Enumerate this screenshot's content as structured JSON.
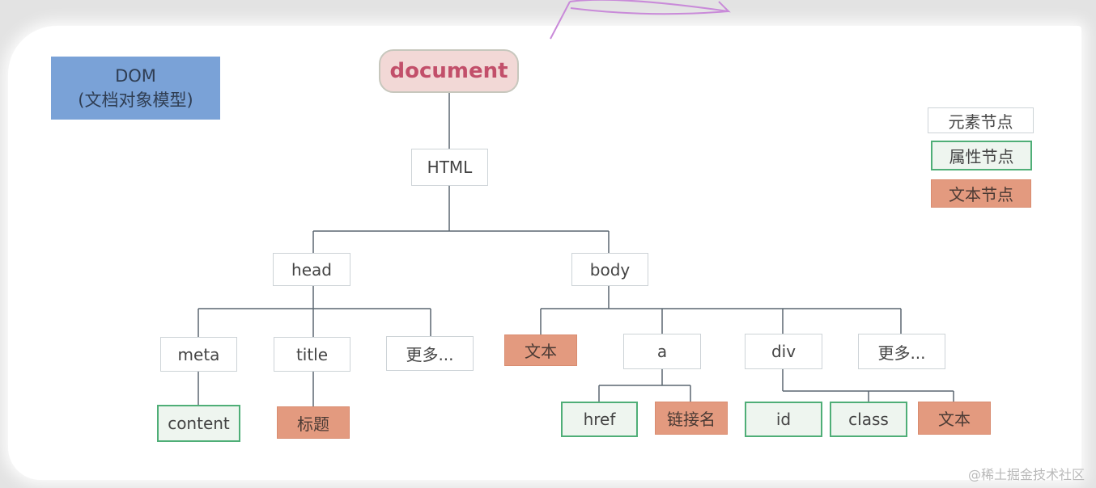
{
  "title_box": {
    "line1": "DOM",
    "line2": "(文档对象模型)"
  },
  "legend": {
    "element": "元素节点",
    "attribute": "属性节点",
    "text": "文本节点"
  },
  "nodes": {
    "document": "document",
    "html": "HTML",
    "head": "head",
    "body": "body",
    "meta": "meta",
    "title": "title",
    "head_more": "更多...",
    "body_text": "文本",
    "a": "a",
    "div": "div",
    "body_more": "更多...",
    "content": "content",
    "title_text": "标题",
    "href": "href",
    "link_name": "链接名",
    "id": "id",
    "class": "class",
    "div_text": "文本"
  },
  "colors": {
    "element_border": "#cdd3d7",
    "attribute_border": "#4fae77",
    "text_fill": "#e39a7f",
    "document_fill": "#f2d8d6",
    "document_text": "#c24f6a",
    "dom_box_fill": "#7aa2d7",
    "connector": "#5a6670"
  },
  "watermark": "@稀土掘金技术社区"
}
